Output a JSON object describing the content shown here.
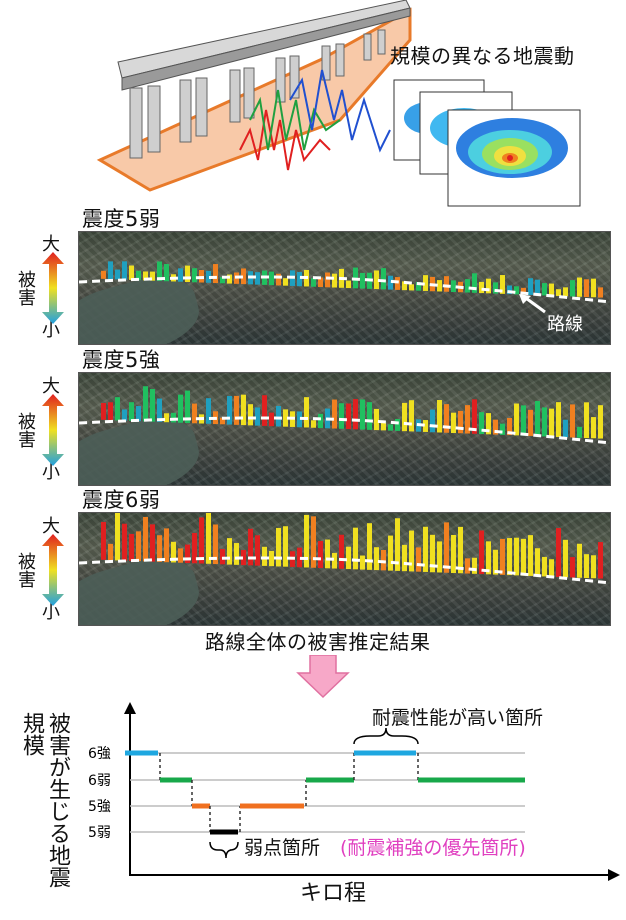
{
  "top": {
    "map_caption": "規模の異なる地震動"
  },
  "panels": [
    {
      "title": "震度5弱",
      "scale_big": "大",
      "scale_small": "小",
      "scale_label": "被害",
      "route_label": "路線"
    },
    {
      "title": "震度5強",
      "scale_big": "大",
      "scale_small": "小",
      "scale_label": "被害"
    },
    {
      "title": "震度6弱",
      "scale_big": "大",
      "scale_small": "小",
      "scale_label": "被害"
    }
  ],
  "result_caption": "路線全体の被害推定結果",
  "chart_data": {
    "type": "line",
    "ylabel": "被害が生じる地震規模",
    "xlabel": "キロ程",
    "y_categories": [
      "5弱",
      "5強",
      "6弱",
      "6強"
    ],
    "segments": [
      {
        "level": "6強",
        "color": "#1ea7e0"
      },
      {
        "level": "6弱",
        "color": "#18a84a"
      },
      {
        "level": "5強",
        "color": "#f07020"
      },
      {
        "level": "5弱",
        "color": "#000000"
      },
      {
        "level": "5強",
        "color": "#f07020"
      },
      {
        "level": "6弱",
        "color": "#18a84a"
      },
      {
        "level": "6強",
        "color": "#1ea7e0"
      },
      {
        "level": "6弱",
        "color": "#18a84a"
      }
    ],
    "annotations": {
      "high": "耐震性能が高い箇所",
      "weak": "弱点箇所",
      "weak_note": "(耐震補強の優先箇所)"
    },
    "colors": {
      "weak_note": "#e040c0",
      "arrow": "#f7a8c8"
    }
  }
}
